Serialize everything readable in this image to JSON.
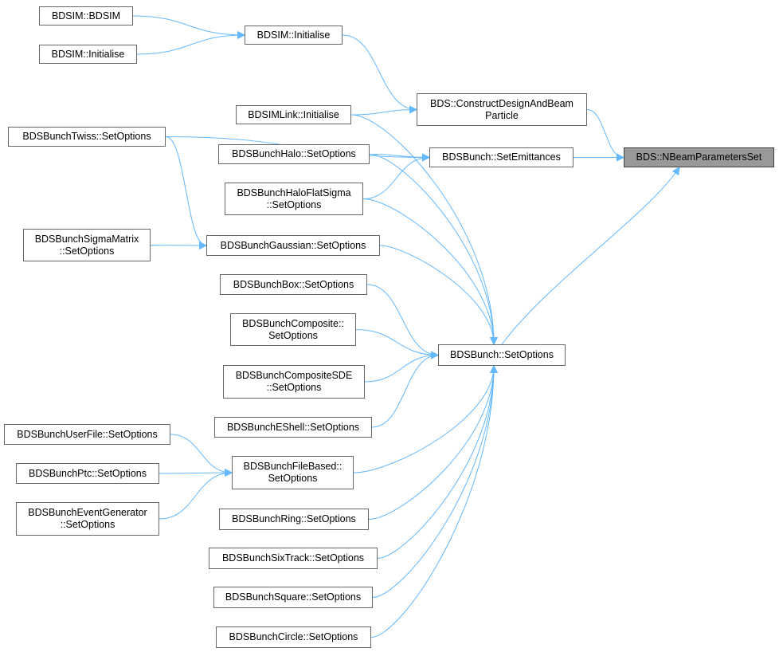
{
  "graph": {
    "target": "BDS::NBeamParametersSet",
    "nodes": {
      "bdsim_bdsim": "BDSIM::BDSIM",
      "bdsim_initialise_a": "BDSIM::Initialise",
      "bdsim_initialise_b": "BDSIM::Initialise",
      "construct_design": "BDS::ConstructDesignAndBeam\nParticle",
      "bdsimlink_initialise": "BDSIMLink::Initialise",
      "twiss": "BDSBunchTwiss::SetOptions",
      "set_emittances": "BDSBunch::SetEmittances",
      "target": "BDS::NBeamParametersSet",
      "halo": "BDSBunchHalo::SetOptions",
      "halo_flat_sigma": "BDSBunchHaloFlatSigma\n::SetOptions",
      "sigma_matrix": "BDSBunchSigmaMatrix\n::SetOptions",
      "gaussian": "BDSBunchGaussian::SetOptions",
      "box": "BDSBunchBox::SetOptions",
      "composite": "BDSBunchComposite::\nSetOptions",
      "bunch_setoptions": "BDSBunch::SetOptions",
      "composite_sde": "BDSBunchCompositeSDE\n::SetOptions",
      "eshell": "BDSBunchEShell::SetOptions",
      "userfile": "BDSBunchUserFile::SetOptions",
      "filebased": "BDSBunchFileBased::\nSetOptions",
      "ptc": "BDSBunchPtc::SetOptions",
      "event_generator": "BDSBunchEventGenerator\n::SetOptions",
      "ring": "BDSBunchRing::SetOptions",
      "sixtrack": "BDSBunchSixTrack::SetOptions",
      "square": "BDSBunchSquare::SetOptions",
      "circle": "BDSBunchCircle::SetOptions"
    },
    "edges": [
      [
        "bdsim_bdsim",
        "bdsim_initialise_a"
      ],
      [
        "bdsim_initialise_b",
        "bdsim_initialise_a"
      ],
      [
        "bdsim_initialise_a",
        "construct_design"
      ],
      [
        "construct_design",
        "target"
      ],
      [
        "set_emittances",
        "target"
      ],
      [
        "bunch_setoptions",
        "target"
      ],
      [
        "bdsimlink_initialise",
        "construct_design"
      ],
      [
        "twiss",
        "set_emittances"
      ],
      [
        "halo",
        "set_emittances"
      ],
      [
        "halo_flat_sigma",
        "set_emittances"
      ],
      [
        "twiss",
        "gaussian"
      ],
      [
        "sigma_matrix",
        "gaussian"
      ],
      [
        "bdsimlink_initialise",
        "bunch_setoptions"
      ],
      [
        "halo",
        "bunch_setoptions"
      ],
      [
        "halo_flat_sigma",
        "bunch_setoptions"
      ],
      [
        "gaussian",
        "bunch_setoptions"
      ],
      [
        "box",
        "bunch_setoptions"
      ],
      [
        "composite",
        "bunch_setoptions"
      ],
      [
        "composite_sde",
        "bunch_setoptions"
      ],
      [
        "eshell",
        "bunch_setoptions"
      ],
      [
        "filebased",
        "bunch_setoptions"
      ],
      [
        "ring",
        "bunch_setoptions"
      ],
      [
        "sixtrack",
        "bunch_setoptions"
      ],
      [
        "square",
        "bunch_setoptions"
      ],
      [
        "circle",
        "bunch_setoptions"
      ],
      [
        "userfile",
        "filebased"
      ],
      [
        "ptc",
        "filebased"
      ],
      [
        "event_generator",
        "filebased"
      ]
    ]
  },
  "colors": {
    "edge": "#63b8ff",
    "node_border": "#666666",
    "target_fill": "#999999"
  }
}
